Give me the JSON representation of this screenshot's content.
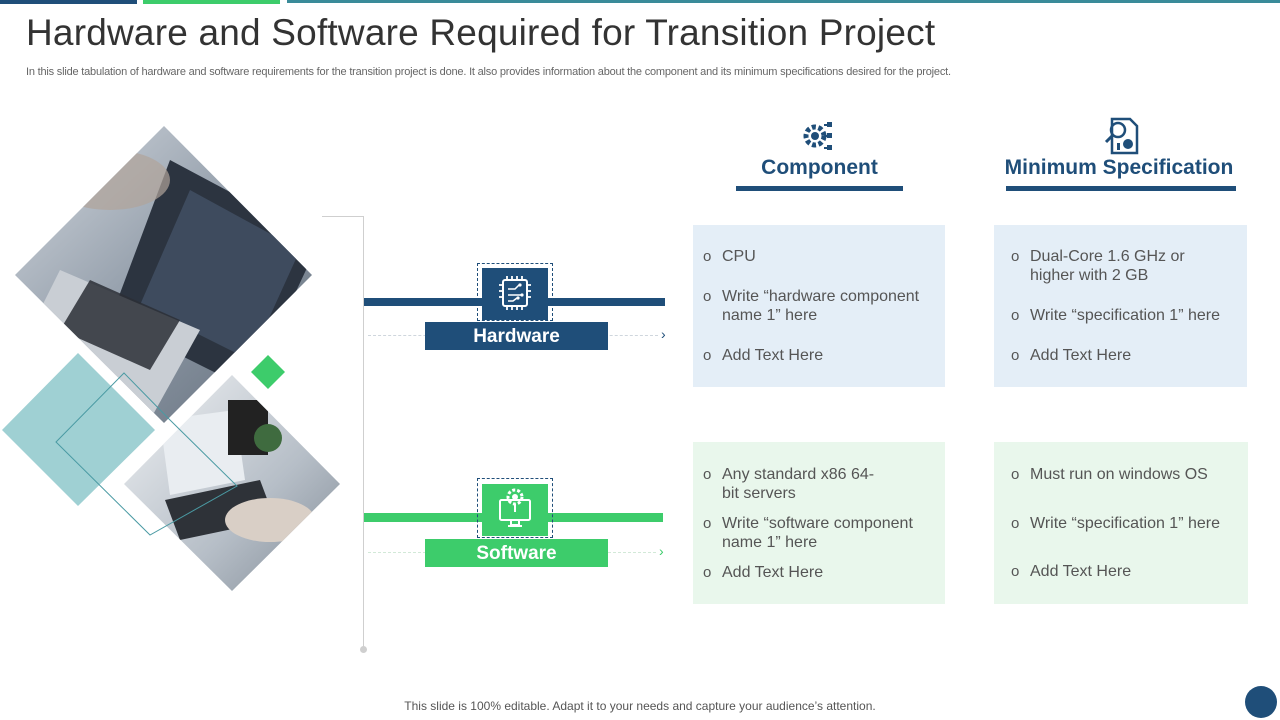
{
  "title": "Hardware and Software Required for Transition Project",
  "subtitle": "In this slide tabulation of hardware and software requirements for the transition project is done. It also provides information about the component and its minimum specifications desired for the project.",
  "columns": {
    "component": {
      "label": "Component",
      "icon": "gears-icon"
    },
    "specification": {
      "label": "Minimum Specification",
      "icon": "document-analysis-icon"
    }
  },
  "rows": {
    "hardware": {
      "label": "Hardware",
      "icon": "cpu-chip-icon",
      "color": "#1f4e79",
      "component_items": [
        "CPU",
        "Write “hardware component name 1” here",
        "Add Text Here"
      ],
      "spec_items": [
        "Dual-Core 1.6 GHz or higher with 2 GB",
        "Write “specification 1” here",
        "Add Text Here"
      ]
    },
    "software": {
      "label": "Software",
      "icon": "monitor-gear-icon",
      "color": "#3dcc6b",
      "component_items": [
        "Any standard x86 64-bit servers",
        "Write “software component name 1” here",
        "Add Text Here"
      ],
      "spec_items": [
        "Must run on windows OS",
        "Write “specification 1” here",
        "Add Text Here"
      ]
    }
  },
  "footer": "This slide is 100% editable. Adapt it to your needs and capture your audience’s attention.",
  "colors": {
    "navy": "#1f4e79",
    "green": "#3dcc6b",
    "teal": "#9fd0d3",
    "light_blue": "#e4eef7",
    "light_green": "#e9f7ec"
  }
}
